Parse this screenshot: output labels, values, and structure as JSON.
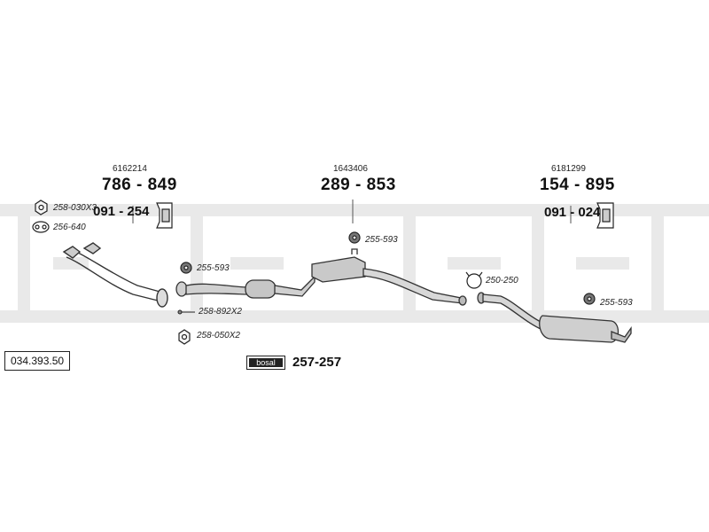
{
  "diagram": {
    "watermark_text": "bosal",
    "reference_code": "034.393.50",
    "groups": [
      {
        "oem": "6162214",
        "part": "786 - 849",
        "hanger": "091 - 254"
      },
      {
        "oem": "1643406",
        "part": "289 - 853"
      },
      {
        "oem": "6181299",
        "part": "154 - 895",
        "hanger": "091 - 024"
      }
    ],
    "accessories": [
      {
        "code": "258-030X3",
        "icon": "nut-icon"
      },
      {
        "code": "256-640",
        "icon": "gasket-icon"
      },
      {
        "code": "255-593",
        "icon": "rubber-mount-icon"
      },
      {
        "code": "258-892X2",
        "icon": "bolt-icon"
      },
      {
        "code": "258-050X2",
        "icon": "nut-icon"
      },
      {
        "code": "255-593",
        "icon": "rubber-mount-icon"
      },
      {
        "code": "250-250",
        "icon": "clamp-icon"
      },
      {
        "code": "255-593",
        "icon": "rubber-mount-icon"
      }
    ],
    "kit": {
      "logo_text": "bosal",
      "code": "257-257"
    }
  }
}
